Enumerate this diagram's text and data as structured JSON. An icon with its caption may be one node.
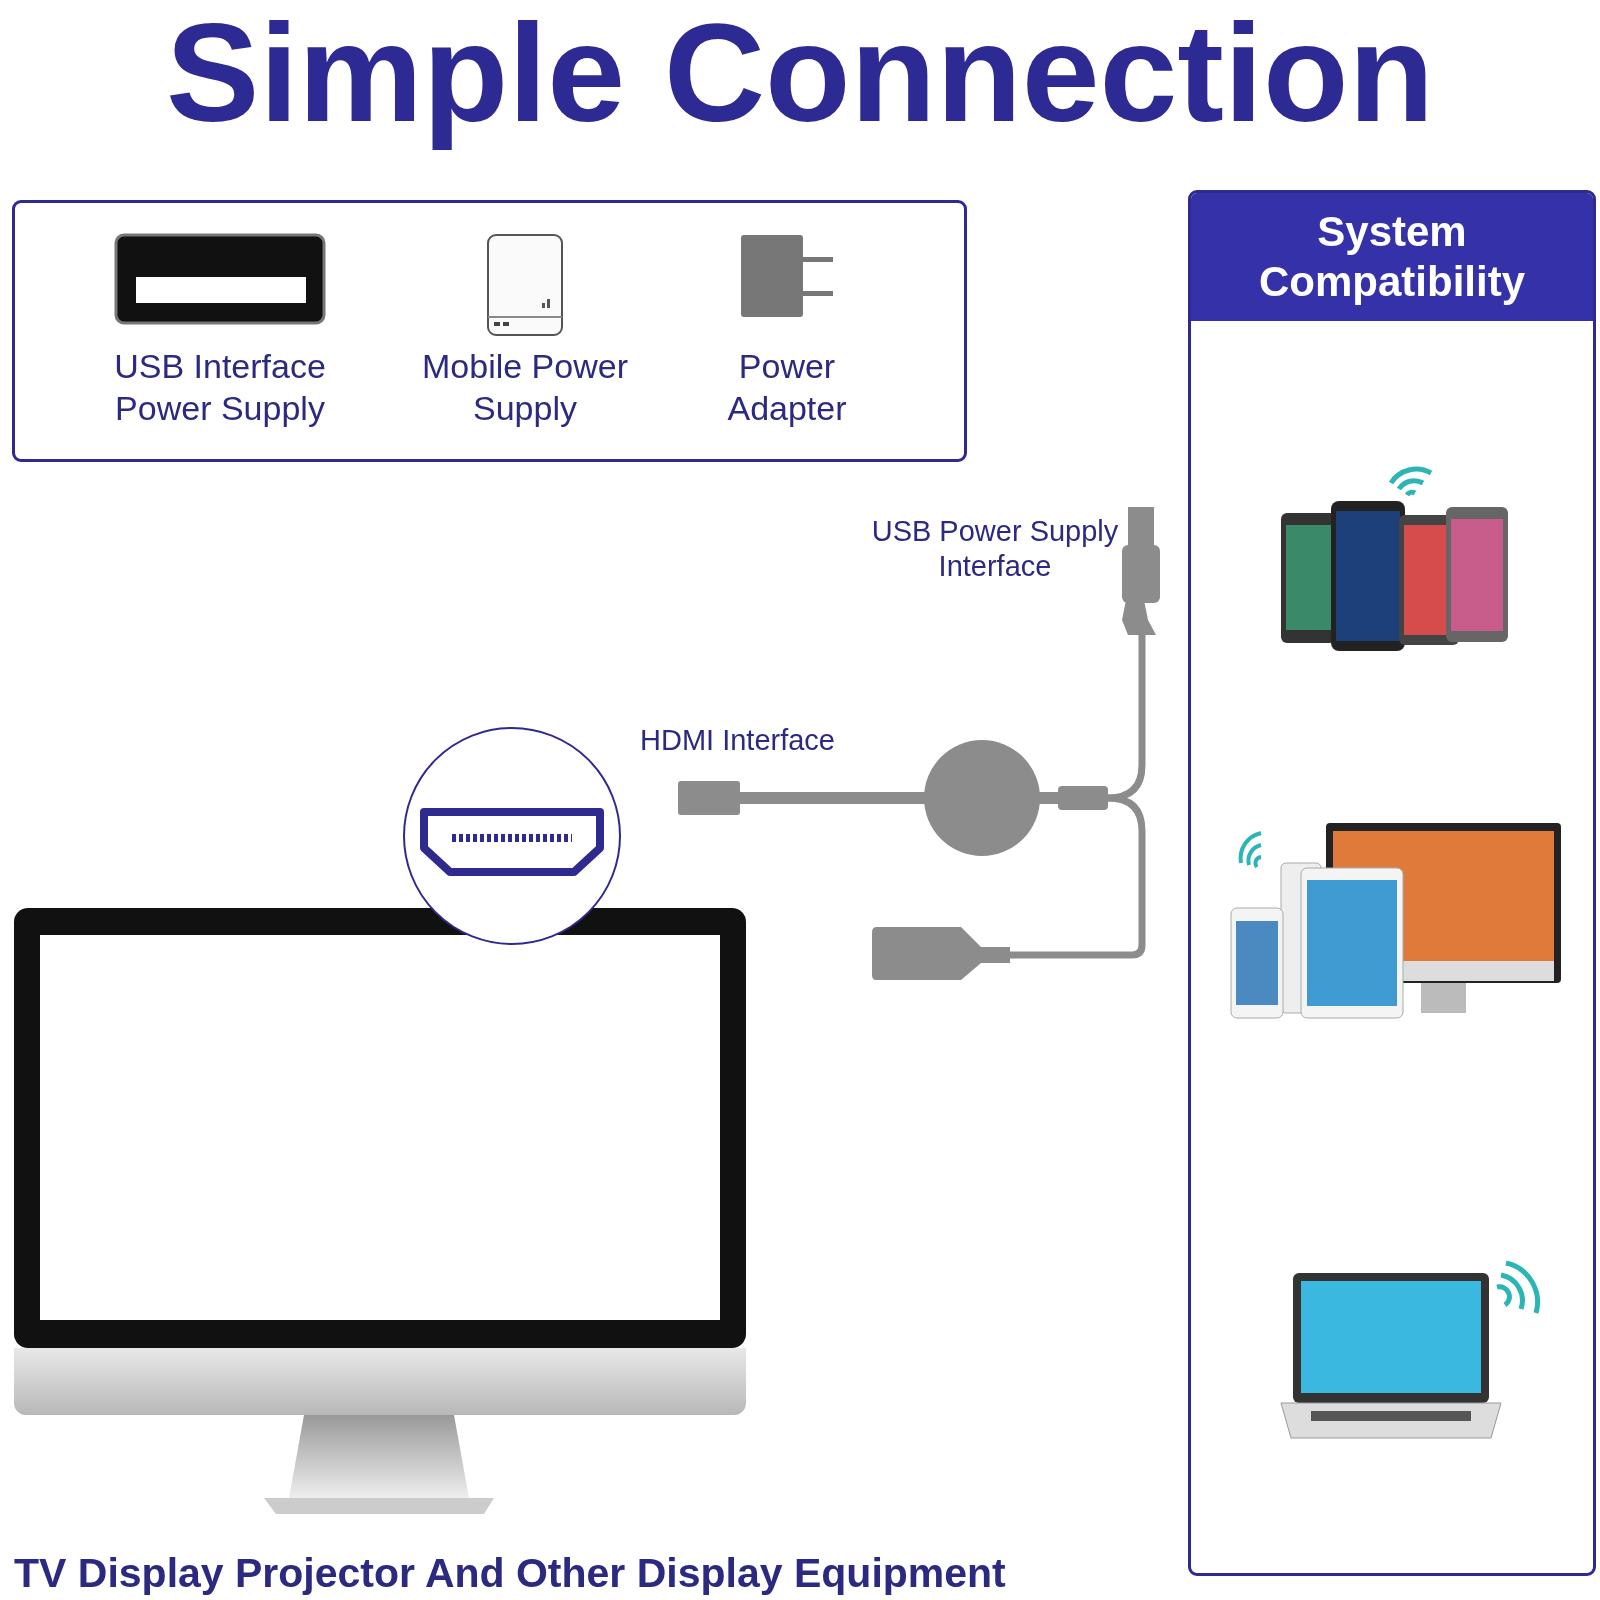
{
  "diagram": {
    "title": "Simple Connection",
    "nodes": [
      {
        "text": [],
        "shape": "box"
      },
      {
        "text": [
          "USB Interface Power Supply"
        ],
        "in": 0
      },
      {
        "text": [
          "Mobile Power Supply"
        ],
        "in": 0
      },
      {
        "text": [
          "Power Adapter"
        ],
        "in": 0
      },
      {
        "text": [
          "System Compatibility"
        ]
      },
      {
        "text": [],
        "shape": "picture",
        "in": 4
      },
      {
        "text": [],
        "shape": "picture",
        "in": 4
      },
      {
        "text": [],
        "shape": "picture",
        "in": 4
      }
    ],
    "labels": [
      "USB Power Supply Interface",
      "HDMI Interface",
      "TV Display Projector And Other Display Equipment"
    ]
  }
}
